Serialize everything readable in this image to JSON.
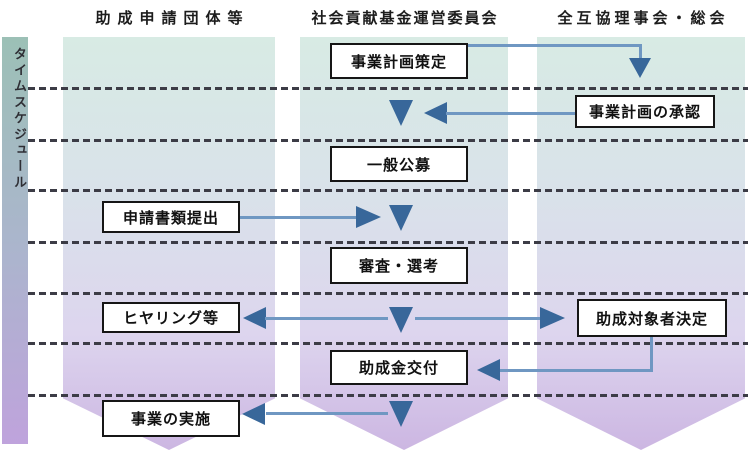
{
  "timeline": {
    "label": "タイムスケジュール"
  },
  "columns": [
    {
      "header": "助成申請団体等"
    },
    {
      "header": "社会貢献基金運営委員会"
    },
    {
      "header": "全互協理事会・総会"
    }
  ],
  "boxes": [
    {
      "label": "事業計画策定",
      "column": "社会貢献基金運営委員会"
    },
    {
      "label": "事業計画の承認",
      "column": "全互協理事会・総会"
    },
    {
      "label": "一般公募",
      "column": "社会貢献基金運営委員会"
    },
    {
      "label": "申請書類提出",
      "column": "助成申請団体等"
    },
    {
      "label": "審査・選考",
      "column": "社会貢献基金運営委員会"
    },
    {
      "label": "ヒヤリング等",
      "column": "助成申請団体等"
    },
    {
      "label": "助成対象者決定",
      "column": "全互協理事会・総会"
    },
    {
      "label": "助成金交付",
      "column": "社会貢献基金運営委員会"
    },
    {
      "label": "事業の実施",
      "column": "助成申請団体等"
    }
  ],
  "flows": [
    {
      "from": "事業計画策定",
      "to": "事業計画の承認"
    },
    {
      "from": "事業計画の承認",
      "to": "社会貢献基金運営委員会"
    },
    {
      "from": "一般公募",
      "to": "申請書類提出"
    },
    {
      "from": "申請書類提出",
      "to": "審査・選考"
    },
    {
      "from": "審査・選考",
      "to": "ヒヤリング等"
    },
    {
      "from": "審査・選考",
      "to": "助成対象者決定"
    },
    {
      "from": "助成対象者決定",
      "to": "助成金交付"
    },
    {
      "from": "助成金交付",
      "to": "事業の実施"
    }
  ],
  "colors": {
    "band_top": "#d8ebe4",
    "band_middle": "#d9e2ea",
    "band_bottom": "#ccb6e2",
    "bar_top": "#9cc0b6",
    "bar_bottom": "#bfa3dc",
    "connector_line": "#6f97c2",
    "arrow_head": "#38679a",
    "separator_dash": "#3c3c46",
    "box_border": "#161616",
    "box_fill": "#ffffff"
  }
}
